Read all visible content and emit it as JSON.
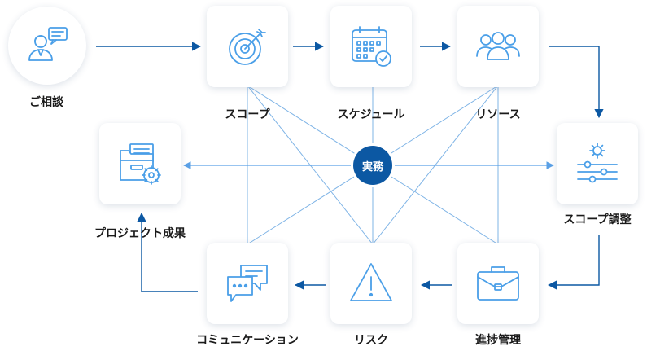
{
  "nodes": {
    "consultation": "ご相談",
    "scope": "スコープ",
    "schedule": "スケジュール",
    "resources": "リソース",
    "scope_adjustment": "スコープ調整",
    "progress_management": "進捗管理",
    "risk": "リスク",
    "communication": "コミュニケーション",
    "project_deliverables": "プロジェクト成果"
  },
  "hub": {
    "label": "実務"
  },
  "colors": {
    "arrow": "#0c58a3",
    "hub": "#0c58a3",
    "connector": "#6aa6e0",
    "icon": "#4a9fe8"
  },
  "icons": {
    "consultation": "person-chat-icon",
    "scope": "target-icon",
    "schedule": "calendar-check-icon",
    "resources": "team-icon",
    "scope_adjustment": "gear-sliders-icon",
    "progress_management": "briefcase-icon",
    "risk": "warning-icon",
    "communication": "chat-bubbles-icon",
    "project_deliverables": "folder-gear-icon"
  }
}
